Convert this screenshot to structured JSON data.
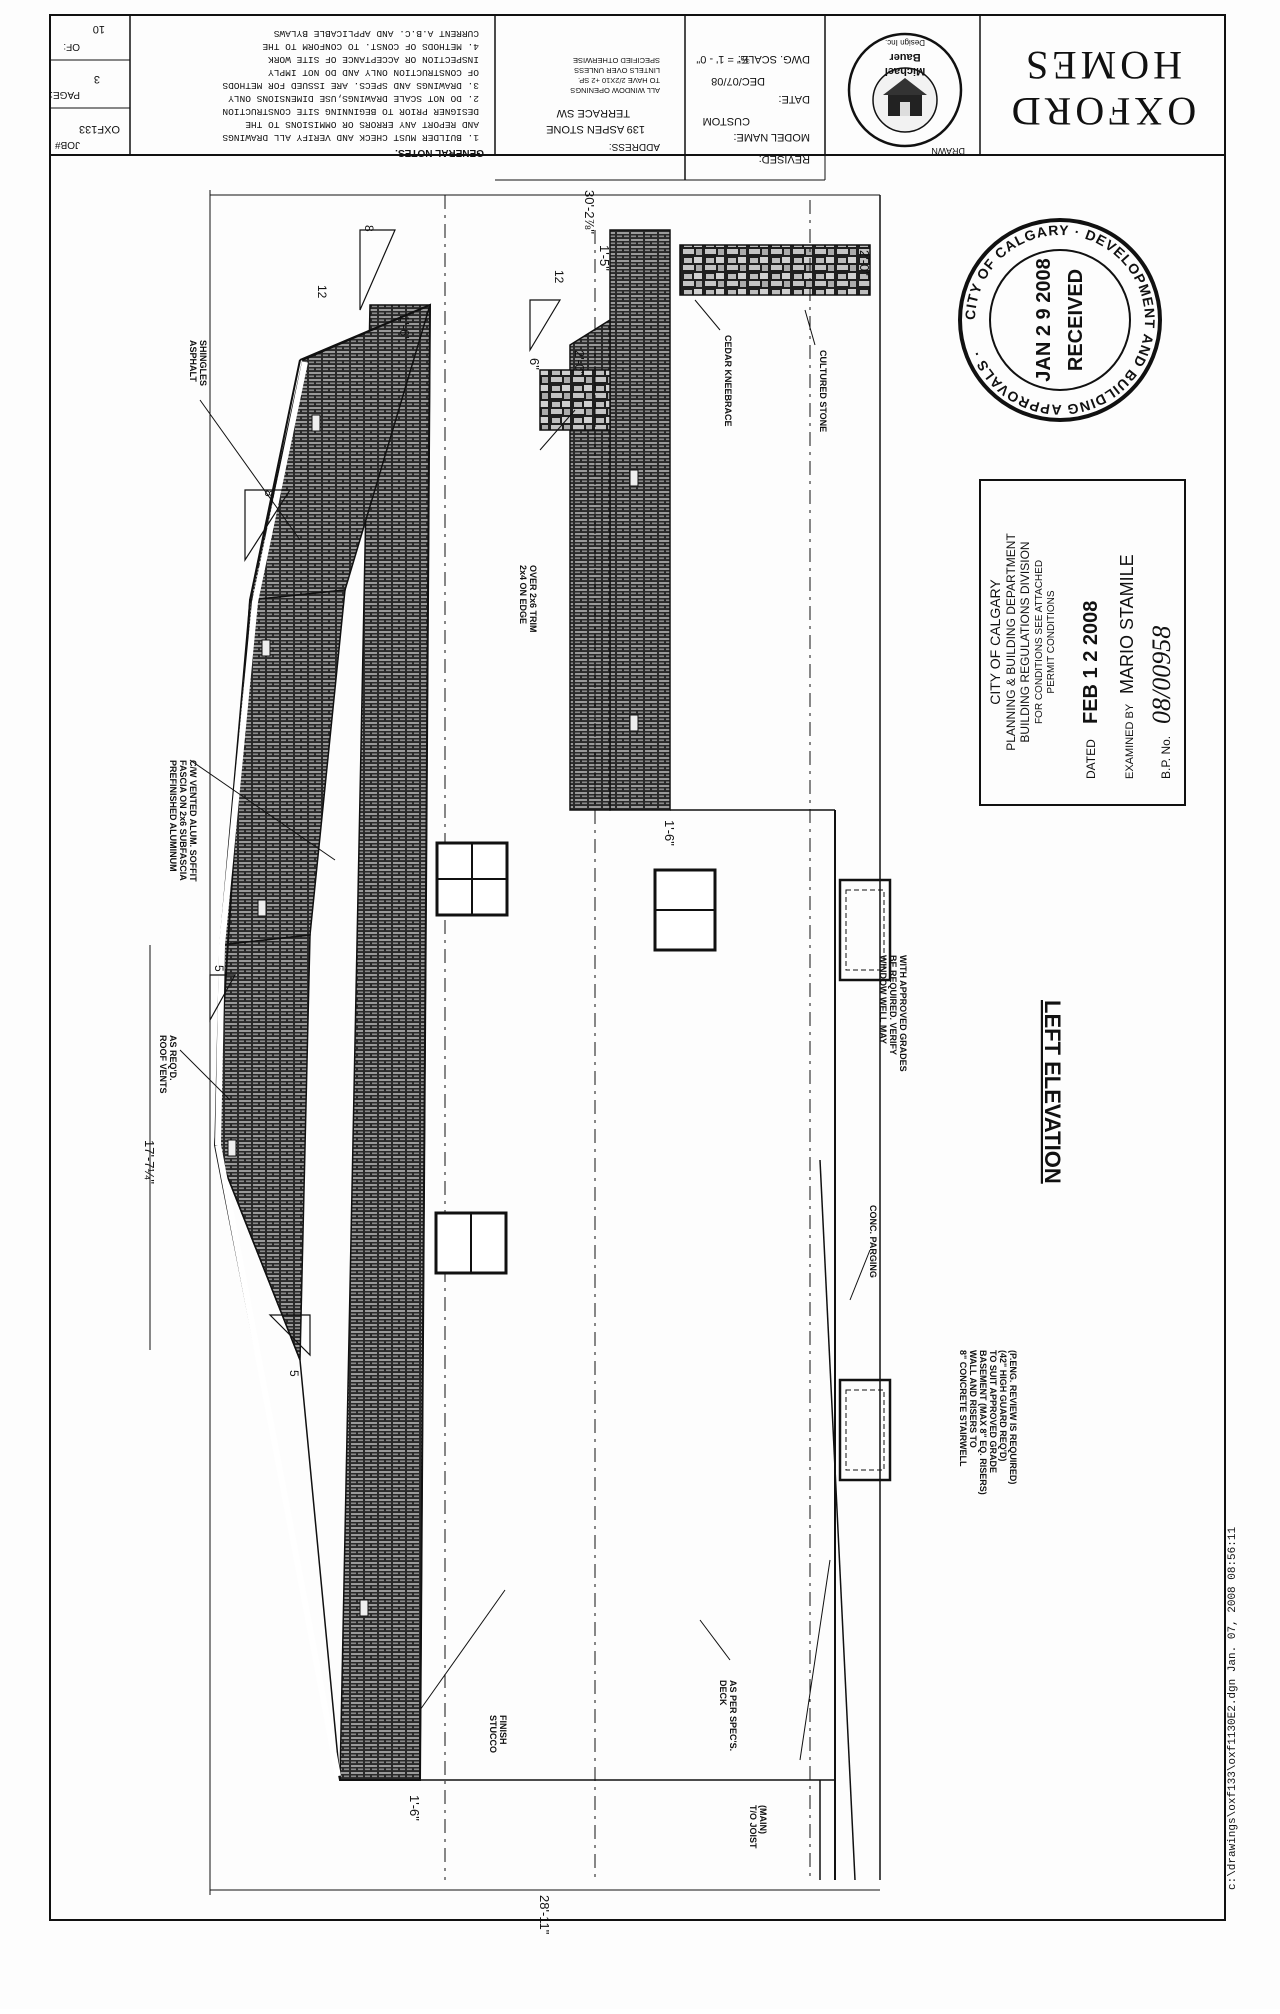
{
  "company": {
    "line1": "OXFORD",
    "line2": "HOMES",
    "designer_lines": [
      "Michael",
      "Bauer",
      "Design Inc."
    ],
    "drawn_label": "DRAWN"
  },
  "title_block": {
    "revised_label": "REVISED:",
    "model_label": "MODEL NAME:",
    "model_value": "CUSTOM",
    "date_label": "DATE:",
    "date_value": "DEC/07/08",
    "scale_label": "DWG. SCALE:",
    "scale_value": "⅜\" = 1' - 0\"",
    "address_label": "ADDRESS:",
    "address_line1": "139 ASPEN STONE",
    "address_line2": "TERRACE SW",
    "window_note": [
      "ALL WINDOW OPENINGS",
      "TO HAVE 2/2X10 +2 SP.",
      "LINTELS OVER UNLESS",
      "SPECIFIED OTHERWISE"
    ],
    "job_label": "JOB#",
    "job_value": "OXF133",
    "page_label": "PAGE:",
    "page_value": "3",
    "of_label": "OF:",
    "of_value": "10"
  },
  "general_notes": {
    "title": "GENERAL NOTES:",
    "lines": [
      "1. BUILDER MUST CHECK AND VERIFY ALL DRAWINGS",
      "AND REPORT ANY ERRORS OR OMMISIONS TO THE",
      "DESIGNER PRIOR TO BEGINNING SITE CONSTRUCTION",
      "2. DO NOT SCALE DRAWINGS,USE DIMENSIONS ONLY",
      "3. DRAWINGS AND SPECS. ARE ISSUED FOR METHODS",
      "OF CONSTRUCTION ONLY AND DO NOT IMPLY",
      "INSPECTION OR ACCEPTANCE OF SITE WORK",
      "4. METHODS OF CONST. TO CONFORM TO THE",
      "CURRENT A.B.C. AND APPLICABLE BYLAWS"
    ]
  },
  "received_stamp": {
    "ring_text": "CITY OF CALGARY · DEVELOPMENT AND BUILDING APPROVALS ·",
    "word": "RECEIVED",
    "date": "JAN 2 9 2008"
  },
  "approval_stamp": {
    "line1": "CITY OF CALGARY",
    "line2": "PLANNING & BUILDING DEPARTMENT",
    "line3": "BUILDING REGULATIONS DIVISION",
    "line4": "FOR CONDITIONS SEE ATTACHED",
    "line5": "PERMIT CONDITIONS",
    "dated_label": "DATED",
    "dated_value": "FEB 1 2 2008",
    "examined_label": "EXAMINED BY",
    "examined_value": "MARIO STAMILE",
    "bp_label": "B.P. No.",
    "bp_value": "08/00958"
  },
  "drawing": {
    "title": "LEFT ELEVATION",
    "dims": {
      "overall_width": "30'-2⅞\"",
      "ridge_height": "17'-7¼\"",
      "wall_height": "28'-11\"",
      "overhang_upper": "1'-6\"",
      "overhang_lower": "1'-6\"",
      "overhang_front": "1'-6\"",
      "chimney_width": "2'-0\"",
      "chimney_offset": "6\"",
      "column_depth": "1'-5\"",
      "column_base": "2'-0\""
    },
    "pitches": {
      "rise": "12",
      "run_a": "8",
      "run_b": "8",
      "run_c": "5",
      "run_d": "5",
      "run_e": "12"
    },
    "labels": {
      "asphalt": [
        "ASPHALT",
        "SHINGLES"
      ],
      "fascia": [
        "PREFINISHED ALUMINUM",
        "FASCIA ON 2x6 SUBFASCIA",
        "C/W VENTED ALUM. SOFFIT"
      ],
      "trim": [
        "2x4 ON EDGE",
        "OVER 2x6 TRIM"
      ],
      "roof_vents": [
        "ROOF VENTS",
        "AS REQ'D."
      ],
      "cedar": "CEDAR KNEEBRACE",
      "stone": "CULTURED STONE",
      "window_well": [
        "WINDOW WELL MAY",
        "BE REQUIRED. VERIFY",
        "WITH APPROVED GRADES"
      ],
      "parging": "CONC. PARGING",
      "stairwell": [
        "8\" CONCRETE STAIRWELL",
        "WALL AND RISERS TO",
        "BASEMENT (MAX 8\" EQ. RISERS)",
        "TO SUIT APPROVED GRADE",
        "(42\" HIGH GUARD REQ'D)",
        "(P.ENG. REVIEW IS REQUIRED)"
      ],
      "stucco": [
        "STUCCO",
        "FINISH"
      ],
      "deck": [
        "DECK",
        "AS PER SPEC'S."
      ],
      "joist": [
        "T/O JOIST",
        "(MAIN)"
      ]
    }
  },
  "footer": {
    "file_path": "c:\\drawings\\oxf133\\oxf1130E2.dgn  Jan. 07, 2008  08:56:11"
  }
}
